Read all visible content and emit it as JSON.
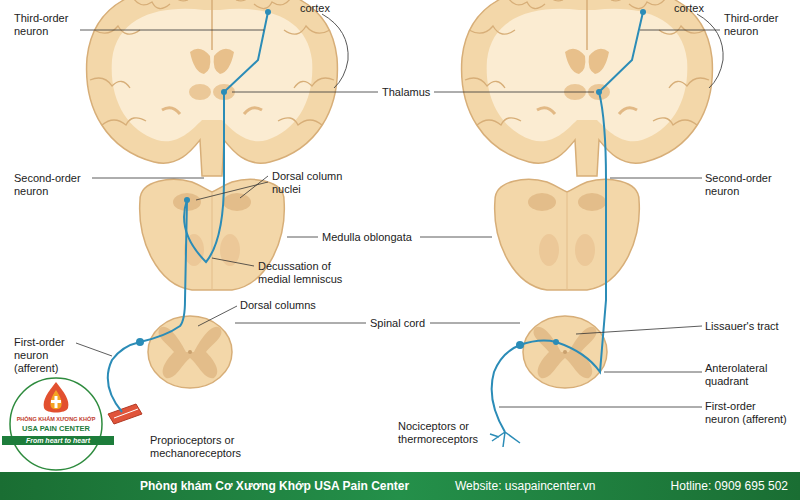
{
  "diagram": {
    "nodes": [
      {
        "text": [
          "PHÒNG KHÁM XƯƠNG KHỚP",
          "USA PAIN CENTER",
          "From heart to heart"
        ]
      },
      {
        "text": [
          "Phòng khám Cơ Xương Khớp USA Pain Center",
          "Website: usapaincenter.vn",
          "Hotline: 0909 695 502"
        ]
      }
    ],
    "labels": [
      "cortex",
      "Third-order neuron",
      "Thalamus",
      "Second-order neuron",
      "Dorsal column nuclei",
      "Medulla oblongata",
      "Decussation of medial lemniscus",
      "Dorsal columns",
      "Spinal cord",
      "First-order neuron (afferent)",
      "Proprioceptors or mechanoreceptors",
      "cortex",
      "Third-order neuron",
      "Second-order neuron",
      "Lissauer's tract",
      "Anterolateral quadrant",
      "First-order neuron (afferent)",
      "Nociceptors or thermoreceptors"
    ]
  }
}
